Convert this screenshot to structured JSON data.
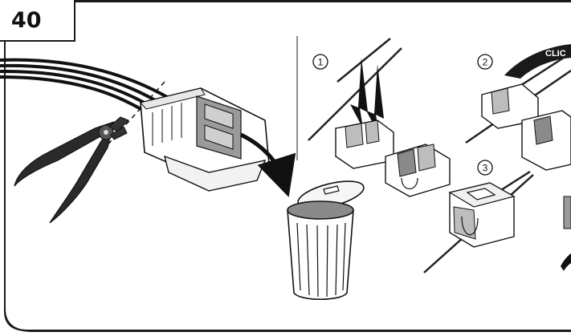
{
  "step": {
    "number": "40"
  },
  "substeps": [
    {
      "label": "1"
    },
    {
      "label": "2"
    },
    {
      "label": "3"
    }
  ],
  "click_text": "CLIC",
  "colors": {
    "ink": "#1a1a1a",
    "mid_gray": "#8a8a8a",
    "light_gray": "#cfcfcf",
    "pale": "#ededed",
    "lid_fill": "#f6f6f6"
  },
  "icons": [
    "pliers-icon",
    "trash-bin-icon",
    "connector-icon",
    "wire-icon",
    "arrow-icon"
  ]
}
